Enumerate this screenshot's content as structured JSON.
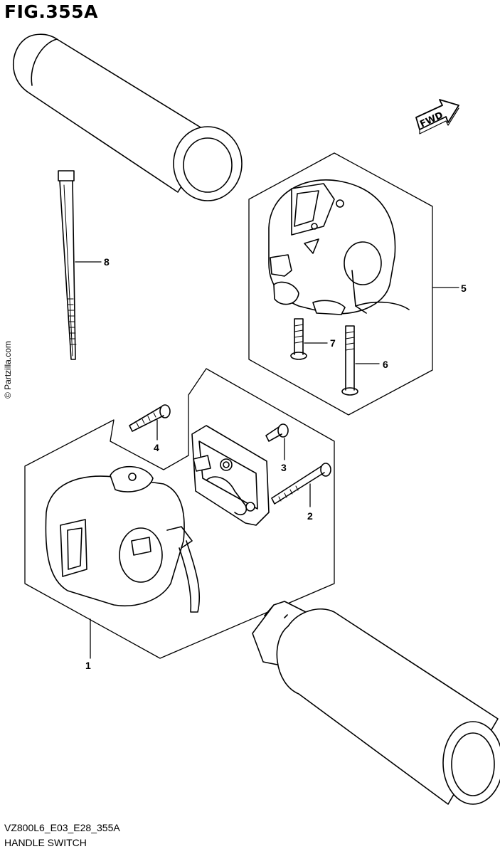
{
  "figure": {
    "title": "FIG.355A"
  },
  "watermark": "© Partzilla.com",
  "direction_badge": {
    "label": "FWD"
  },
  "callouts": [
    {
      "id": "1",
      "label": "1"
    },
    {
      "id": "2",
      "label": "2"
    },
    {
      "id": "3",
      "label": "3"
    },
    {
      "id": "4",
      "label": "4"
    },
    {
      "id": "5",
      "label": "5"
    },
    {
      "id": "6",
      "label": "6"
    },
    {
      "id": "7",
      "label": "7"
    },
    {
      "id": "8",
      "label": "8"
    }
  ],
  "footer": {
    "diagram_code": "VZ800L6_E03_E28_355A",
    "diagram_name": "HANDLE SWITCH"
  }
}
